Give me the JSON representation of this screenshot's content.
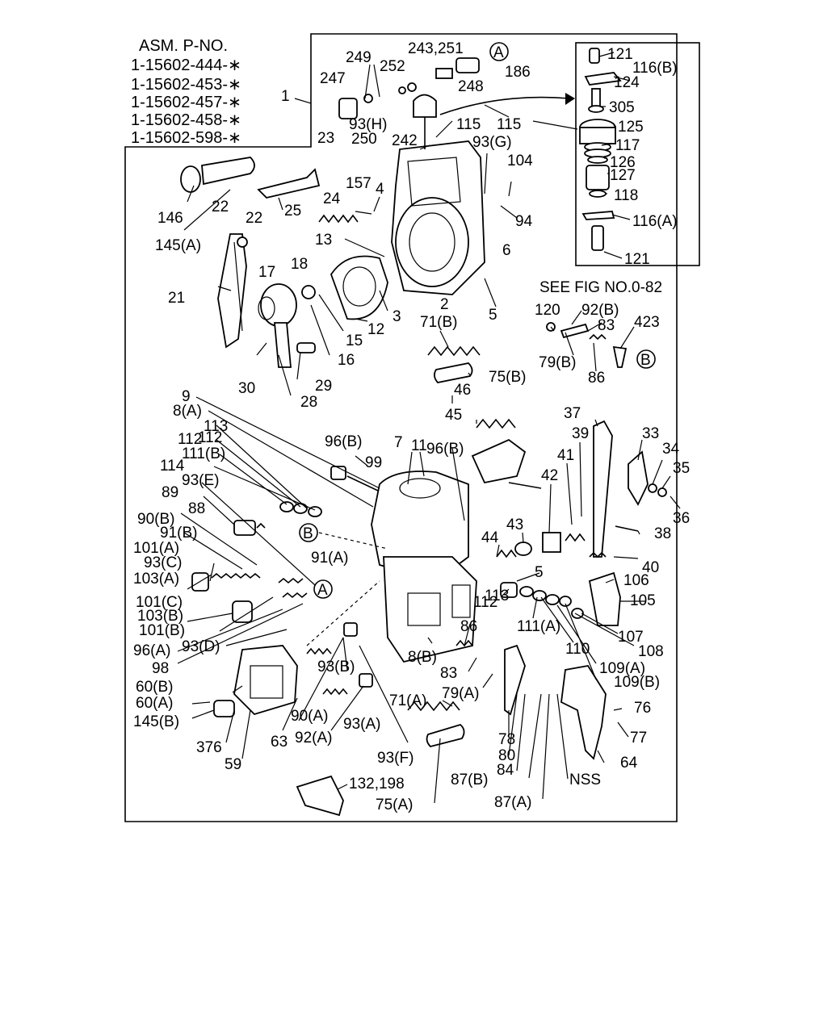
{
  "assembly_header": {
    "title": "ASM. P-NO.",
    "part_numbers": [
      "1-15602-444-∗",
      "1-15602-453-∗",
      "1-15602-457-∗",
      "1-15602-458-∗",
      "1-15602-598-∗"
    ]
  },
  "reference_note": "SEE FIG NO.0-82",
  "connector_markers": [
    "A",
    "B"
  ],
  "callouts": [
    "1",
    "243,251",
    "249",
    "252",
    "247",
    "93(H)",
    "250",
    "242",
    "115",
    "248",
    "186",
    "23",
    "146",
    "145(A)",
    "22",
    "25",
    "24",
    "157",
    "4",
    "93(G)",
    "104",
    "94",
    "6",
    "13",
    "21",
    "17",
    "18",
    "2",
    "5",
    "3",
    "12",
    "15",
    "16",
    "30",
    "29",
    "28",
    "121",
    "116(B)",
    "124",
    "305",
    "125",
    "117",
    "126",
    "127",
    "118",
    "116(A)",
    "120",
    "92(B)",
    "83",
    "423",
    "79(B)",
    "86",
    "71(B)",
    "75(B)",
    "9",
    "8(A)",
    "113",
    "112",
    "111(B)",
    "114",
    "93(E)",
    "89",
    "88",
    "90(B)",
    "91(B)",
    "101(A)",
    "93(C)",
    "103(A)",
    "101(C)",
    "103(B)",
    "101(B)",
    "96(A)",
    "93(D)",
    "98",
    "60(B)",
    "60(A)",
    "145(B)",
    "376",
    "59",
    "63",
    "90(A)",
    "92(A)",
    "93(A)",
    "93(B)",
    "93(F)",
    "91(A)",
    "96(B)",
    "99",
    "11",
    "7",
    "46",
    "45",
    "37",
    "39",
    "41",
    "42",
    "33",
    "34",
    "35",
    "36",
    "38",
    "40",
    "43",
    "44",
    "106",
    "105",
    "107",
    "108",
    "109(A)",
    "109(B)",
    "110",
    "111(A)",
    "8(B)",
    "71(A)",
    "79(A)",
    "78",
    "80",
    "84",
    "87(B)",
    "87(A)",
    "NSS",
    "64",
    "76",
    "77",
    "132,198",
    "75(A)"
  ]
}
